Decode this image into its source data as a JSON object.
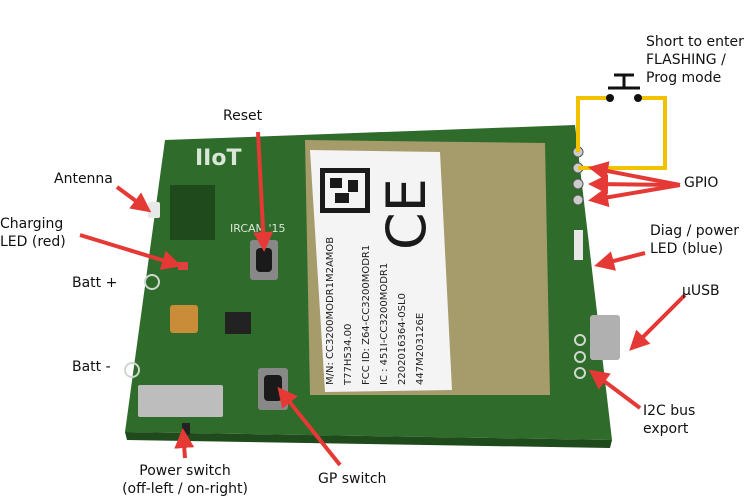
{
  "colors": {
    "pcb": "#2f6b2a",
    "pcb_dark": "#1f4a1c",
    "module_gold": "#a69c6b",
    "arrow": "#e53935",
    "wire": "#f2c200"
  },
  "board": {
    "silk_logo": "IIoT",
    "silk_text": "IRCAM '15"
  },
  "module_label": {
    "ce_mark": "CE",
    "lines": [
      "M/N: CC3200MODR1M2AMOB",
      "T77H534.00",
      "FCC ID: Z64-CC3200MODR1",
      "IC : 451I-CC3200MODR1",
      "2202016364-0SL0",
      "447M203126E"
    ]
  },
  "labels": {
    "flashing": "Short to enter\nFLASHING /\nProg mode",
    "reset": "Reset",
    "antenna": "Antenna",
    "charging_led": "Charging\nLED (red)",
    "gpio": "GPIO",
    "batt_plus": "Batt +",
    "diag_led": "Diag / power\nLED (blue)",
    "usb": "µUSB",
    "batt_minus": "Batt -",
    "i2c": "I2C bus\nexport",
    "power_switch": "Power switch\n(off-left / on-right)",
    "gp_switch": "GP switch"
  }
}
